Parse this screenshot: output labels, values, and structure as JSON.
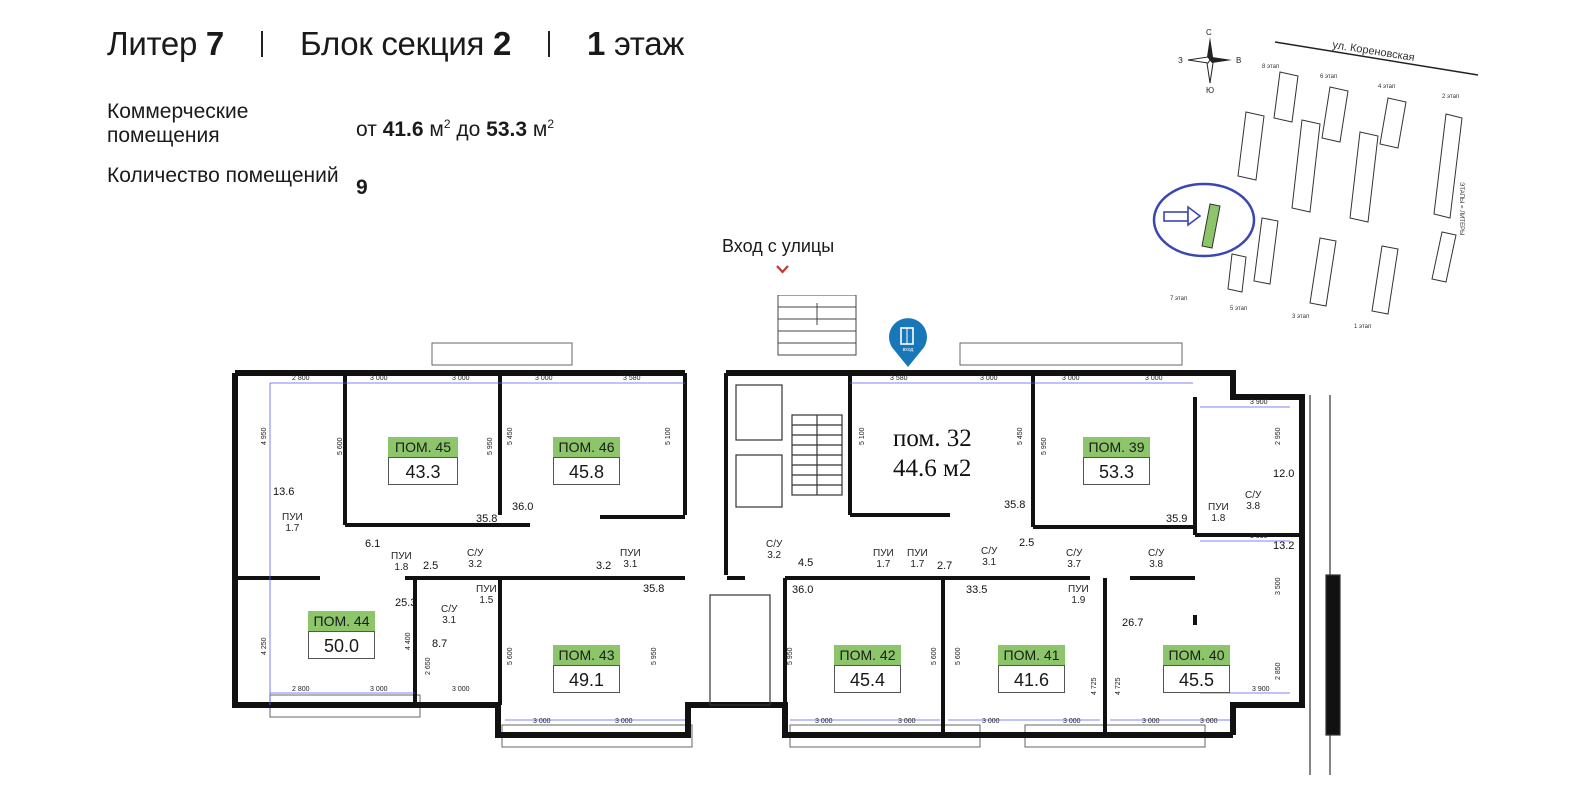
{
  "header": {
    "liter_label": "Литер",
    "liter_value": "7",
    "block_label": "Блок секция",
    "block_value": "2",
    "floor_value": "1",
    "floor_label": "этаж"
  },
  "info": {
    "commercial_label": "Коммерческие помещения",
    "area_from_prefix": "от",
    "area_from": "41.6",
    "area_to_prefix": "до",
    "area_to": "53.3",
    "unit": "м",
    "unit_sup": "2",
    "count_label": "Количество помещений",
    "count_value": "9"
  },
  "entry_label": "Вход с улицы",
  "keymap": {
    "street": "ул. Кореновская",
    "compass": {
      "n": "С",
      "s": "Ю",
      "w": "З",
      "e": "В"
    },
    "stages": [
      "8 этап",
      "6 этап",
      "4 этап",
      "2 этап",
      "7 этап",
      "5 этап",
      "3 этап",
      "1 этап"
    ],
    "side_label": "ЭТАПЫ = ЛИТЕРЫ",
    "highlight_color": "#3b46b5",
    "active_color": "#8cc56a"
  },
  "pin_label": "вход",
  "highlight_room": {
    "line1": "пом. 32",
    "line2": "44.6 м2"
  },
  "rooms": [
    {
      "id": "ПОМ. 45",
      "area": "43.3"
    },
    {
      "id": "ПОМ. 46",
      "area": "45.8"
    },
    {
      "id": "ПОМ. 39",
      "area": "53.3"
    },
    {
      "id": "ПОМ. 44",
      "area": "50.0"
    },
    {
      "id": "ПОМ. 43",
      "area": "49.1"
    },
    {
      "id": "ПОМ. 42",
      "area": "45.4"
    },
    {
      "id": "ПОМ. 41",
      "area": "41.6"
    },
    {
      "id": "ПОМ. 40",
      "area": "45.5"
    }
  ],
  "aux_rooms": [
    {
      "name": "ПУИ",
      "area": "1.7"
    },
    {
      "name": "ПУИ",
      "area": "1.8"
    },
    {
      "name": "С/У",
      "area": "3.2"
    },
    {
      "name": "ПУИ",
      "area": "3.1"
    },
    {
      "name": "ПУИ",
      "area": "1.5"
    },
    {
      "name": "С/У",
      "area": "3.1"
    },
    {
      "name": "С/У",
      "area": "3.2"
    },
    {
      "name": "ПУИ",
      "area": "1.7"
    },
    {
      "name": "ПУИ",
      "area": "1.7"
    },
    {
      "name": "С/У",
      "area": "3.1"
    },
    {
      "name": "С/У",
      "area": "3.7"
    },
    {
      "name": "С/У",
      "area": "3.8"
    },
    {
      "name": "ПУИ",
      "area": "1.9"
    },
    {
      "name": "ПУИ",
      "area": "1.8"
    },
    {
      "name": "С/У",
      "area": "3.8"
    }
  ],
  "area_numbers": [
    "13.6",
    "6.1",
    "2.5",
    "35.8",
    "36.0",
    "3.2",
    "35.8",
    "25.3",
    "8.7",
    "4.5",
    "36.0",
    "2.7",
    "35.8",
    "33.5",
    "2.5",
    "35.9",
    "26.7",
    "12.0",
    "13.2"
  ],
  "dimensions": {
    "top": [
      "2 800",
      "3 000",
      "3 000",
      "3 000",
      "3 580",
      "3 580",
      "3 000",
      "3 000",
      "3 000",
      "3 900",
      "3 550"
    ],
    "bottom": [
      "2 800",
      "3 000",
      "3 000",
      "3 000",
      "3 000",
      "3 000",
      "3 000",
      "3 000",
      "3 000",
      "3 000",
      "3 000",
      "3 900"
    ],
    "vertical": [
      "4 950",
      "5 600",
      "5 950",
      "5 450",
      "5 100",
      "5 100",
      "5 450",
      "5 950",
      "2 950",
      "3 500",
      "4 250",
      "4 400",
      "2 650",
      "5 600",
      "5 950",
      "5 950",
      "5 600",
      "5 600",
      "4 725",
      "4 725",
      "2 850"
    ]
  }
}
